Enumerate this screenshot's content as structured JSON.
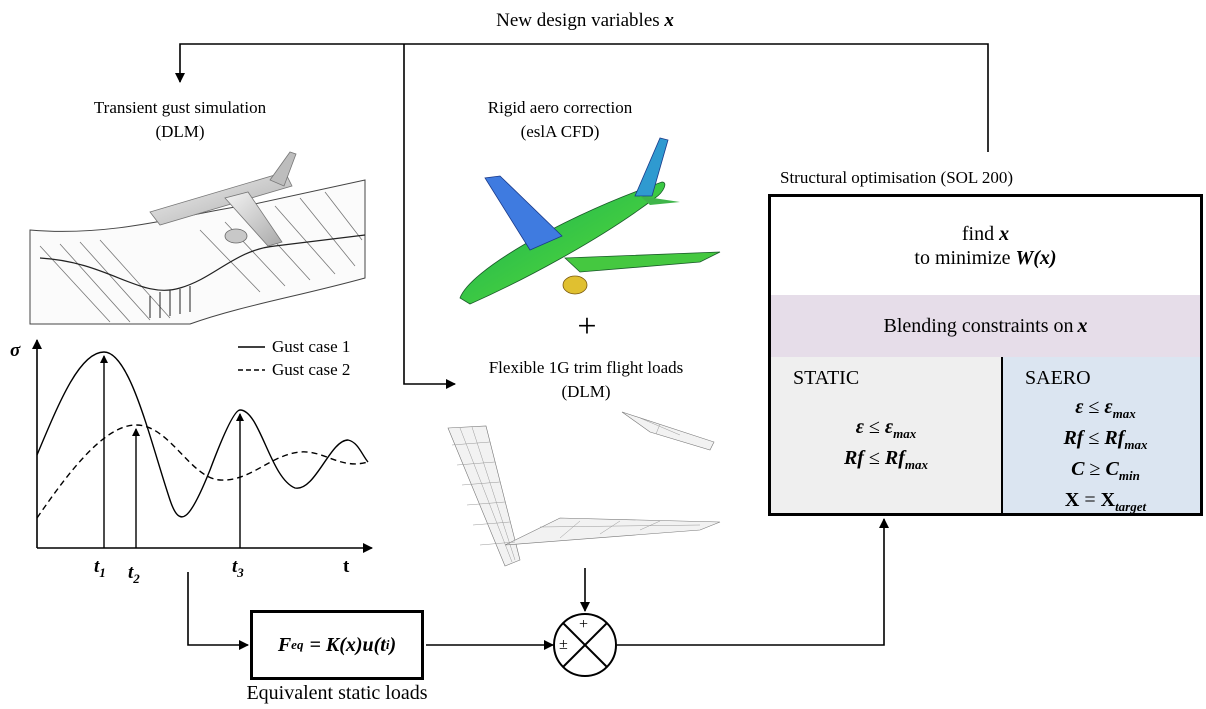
{
  "top_label": {
    "text": "New design variables ",
    "var": "x"
  },
  "gust_sim": {
    "title": "Transient gust simulation",
    "method": "(DLM)"
  },
  "aero_corr": {
    "title": "Rigid aero correction",
    "method": "(eslA CFD)"
  },
  "plus_sign": "+",
  "flex_loads": {
    "title": "Flexible 1G trim flight loads",
    "method": "(DLM)"
  },
  "plot": {
    "ylabel": "σ",
    "xlabel": "t",
    "legend": [
      "Gust case 1",
      "Gust case 2"
    ],
    "ticks": [
      {
        "base": "t",
        "sub": "1"
      },
      {
        "base": "t",
        "sub": "2"
      },
      {
        "base": "t",
        "sub": "3"
      }
    ]
  },
  "equiv_loads": {
    "formula": {
      "lhs": "F",
      "lhs_sub": "eq",
      "rhs": "= K(x)u(t",
      "rhs_sub": "i",
      "close": ")"
    },
    "caption": "Equivalent static loads"
  },
  "summing_junction": {
    "top_sign": "+",
    "left_sign": "±"
  },
  "optimisation": {
    "title": "Structural optimisation  (SOL 200)",
    "objective_line1": "find ",
    "objective_var": "x",
    "objective_line2": "to minimize ",
    "objective_func": "W(x)",
    "blending": "Blending constraints on ",
    "blending_var": "x",
    "static_header": "STATIC",
    "static_constraints": [
      {
        "lhs": "ε",
        "op": " ≤ ",
        "rhs": "ε",
        "rhs_sub": "max"
      },
      {
        "lhs": "Rf",
        "op": " ≤  ",
        "rhs": "Rf",
        "rhs_sub": "max"
      }
    ],
    "saero_header": "SAERO",
    "saero_constraints": [
      {
        "lhs": "ε",
        "op": " ≤ ",
        "rhs": "ε",
        "rhs_sub": "max"
      },
      {
        "lhs": "Rf",
        "op": " ≤  ",
        "rhs": "Rf",
        "rhs_sub": "max"
      },
      {
        "lhs": "C",
        "op": " ≥ ",
        "rhs": "C",
        "rhs_sub": "min"
      },
      {
        "lhs": "X",
        "op": " =  ",
        "rhs": "X",
        "rhs_sub": "target"
      }
    ]
  },
  "colors": {
    "line": "#000000",
    "blend_fill": "#e6dde9",
    "static_fill": "#efefef",
    "saero_fill": "#dbe5f1"
  }
}
